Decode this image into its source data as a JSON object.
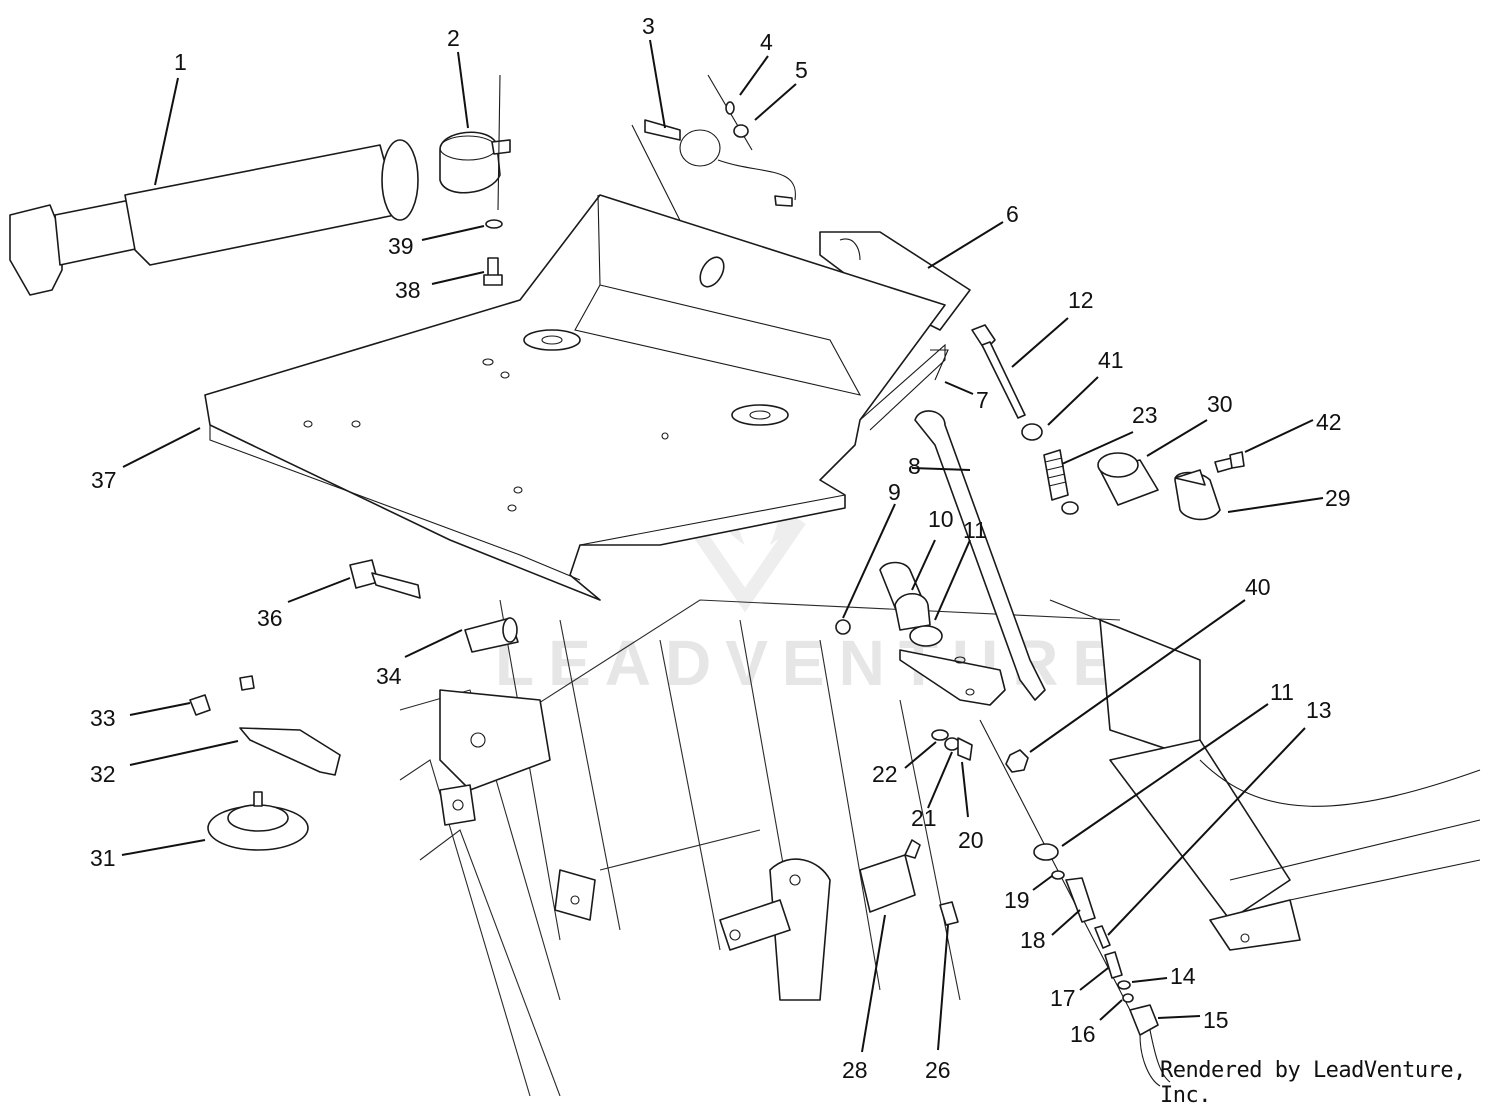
{
  "watermark": {
    "text": "LEADVENTURE"
  },
  "credit": "Rendered by LeadVenture, Inc.",
  "callouts": {
    "c1": "1",
    "c2": "2",
    "c3": "3",
    "c4": "4",
    "c5": "5",
    "c6": "6",
    "c7": "7",
    "c8": "8",
    "c9": "9",
    "c10": "10",
    "c11a": "11",
    "c11b": "11",
    "c12": "12",
    "c13": "13",
    "c14": "14",
    "c15": "15",
    "c16": "16",
    "c17": "17",
    "c18": "18",
    "c19": "19",
    "c20": "20",
    "c21": "21",
    "c22": "22",
    "c23": "23",
    "c26": "26",
    "c28": "28",
    "c29": "29",
    "c30": "30",
    "c31": "31",
    "c32": "32",
    "c33": "33",
    "c34": "34",
    "c36": "36",
    "c37": "37",
    "c38": "38",
    "c39": "39",
    "c40": "40",
    "c41": "41",
    "c42": "42"
  },
  "colors": {
    "line": "#1a1a1a",
    "background": "#ffffff",
    "watermark": "#e6e6e6"
  }
}
